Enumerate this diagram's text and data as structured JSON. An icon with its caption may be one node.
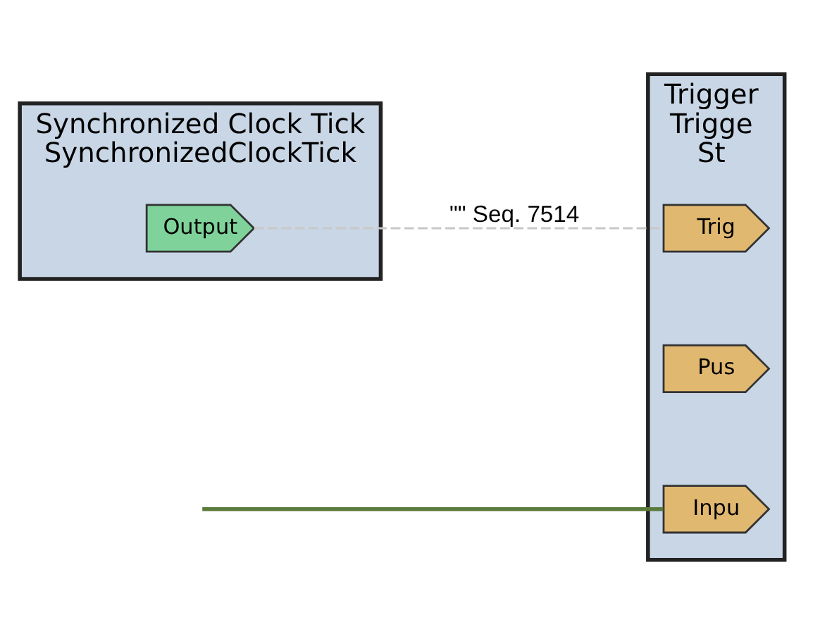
{
  "diagram": {
    "nodes": [
      {
        "text": [
          "Trigger",
          "Trigge",
          "St"
        ]
      },
      {
        "text": [
          "Inpu"
        ],
        "in": 0
      },
      {
        "text": [
          "Pus"
        ],
        "in": 0
      },
      {
        "text": [
          "Trig"
        ],
        "in": 0
      },
      {
        "text": [
          "Synchronized Clock Tick",
          "SynchronizedClockTick"
        ]
      },
      {
        "text": [
          "Output"
        ],
        "in": 4
      }
    ],
    "edges": [
      {
        "from": null,
        "to": 1,
        "arrow": "none",
        "color": "#5a7a3a"
      },
      {
        "from": 5,
        "to": 3,
        "arrow": "none",
        "style": "dashed",
        "color": "#c8c8c8",
        "label": "\"\" Seq. 7514"
      }
    ]
  }
}
